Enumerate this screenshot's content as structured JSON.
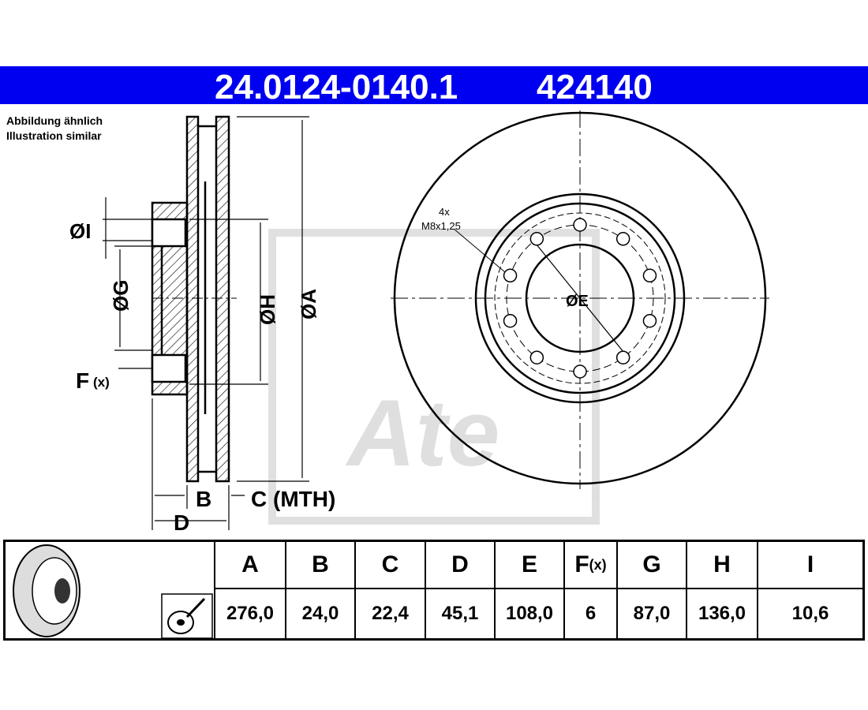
{
  "header": {
    "part_number": "24.0124-0140.1",
    "article_number": "424140",
    "color": "#0000f0"
  },
  "note": {
    "line1": "Abbildung ähnlich",
    "line2": "Illustration similar"
  },
  "drawing": {
    "labels": {
      "I": "ØI",
      "G": "ØG",
      "H": "ØH",
      "A": "ØA",
      "F": "F",
      "F_sub": "(x)",
      "B": "B",
      "C": "C (MTH)",
      "D": "D",
      "E": "ØE",
      "bolt_count": "4x",
      "bolt_thread": "M8x1,25"
    },
    "watermark": "Ate"
  },
  "table": {
    "columns": [
      {
        "key": "A",
        "label": "A",
        "value": "276,0"
      },
      {
        "key": "B",
        "label": "B",
        "value": "24,0"
      },
      {
        "key": "C",
        "label": "C",
        "value": "22,4"
      },
      {
        "key": "D",
        "label": "D",
        "value": "45,1"
      },
      {
        "key": "E",
        "label": "E",
        "value": "108,0"
      },
      {
        "key": "F",
        "label": "F",
        "sub": "(x)",
        "value": "6"
      },
      {
        "key": "G",
        "label": "G",
        "value": "87,0"
      },
      {
        "key": "H",
        "label": "H",
        "value": "136,0"
      },
      {
        "key": "I",
        "label": "I",
        "value": "10,6"
      }
    ]
  }
}
